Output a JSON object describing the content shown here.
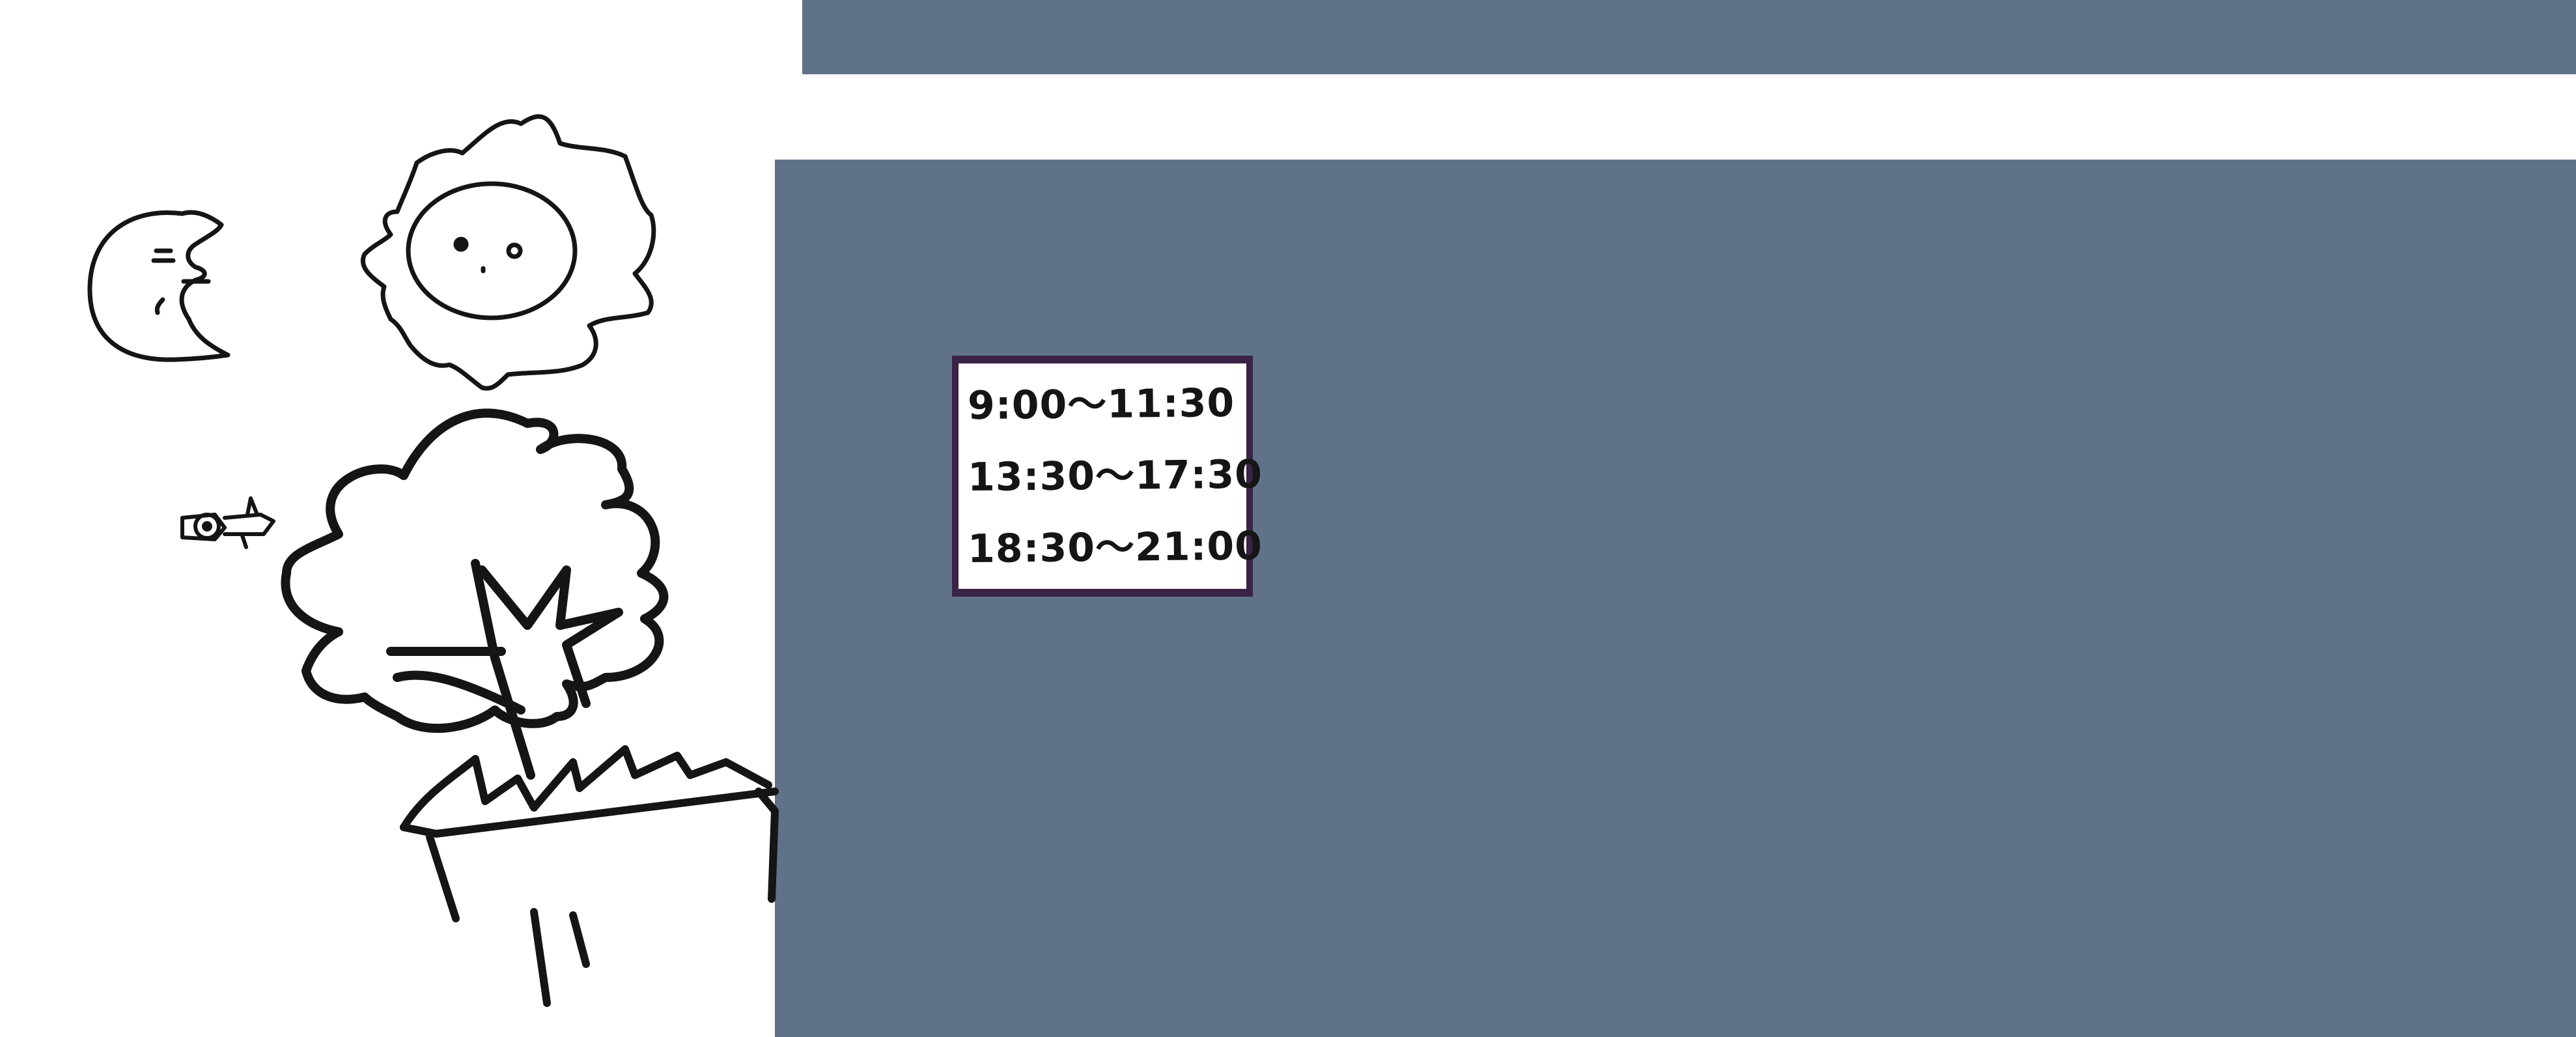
{
  "colors": {
    "wall": "#5f7289",
    "frame": "#3a2347",
    "ink": "#151515",
    "paper": "#ffffff"
  },
  "icons": [
    "moon-icon",
    "sun-icon",
    "bee-icon",
    "tree-icon",
    "planter-icon"
  ],
  "sign": {
    "hours": [
      "9:00〜11:30",
      "13:30〜17:30",
      "18:30〜21:00"
    ]
  }
}
